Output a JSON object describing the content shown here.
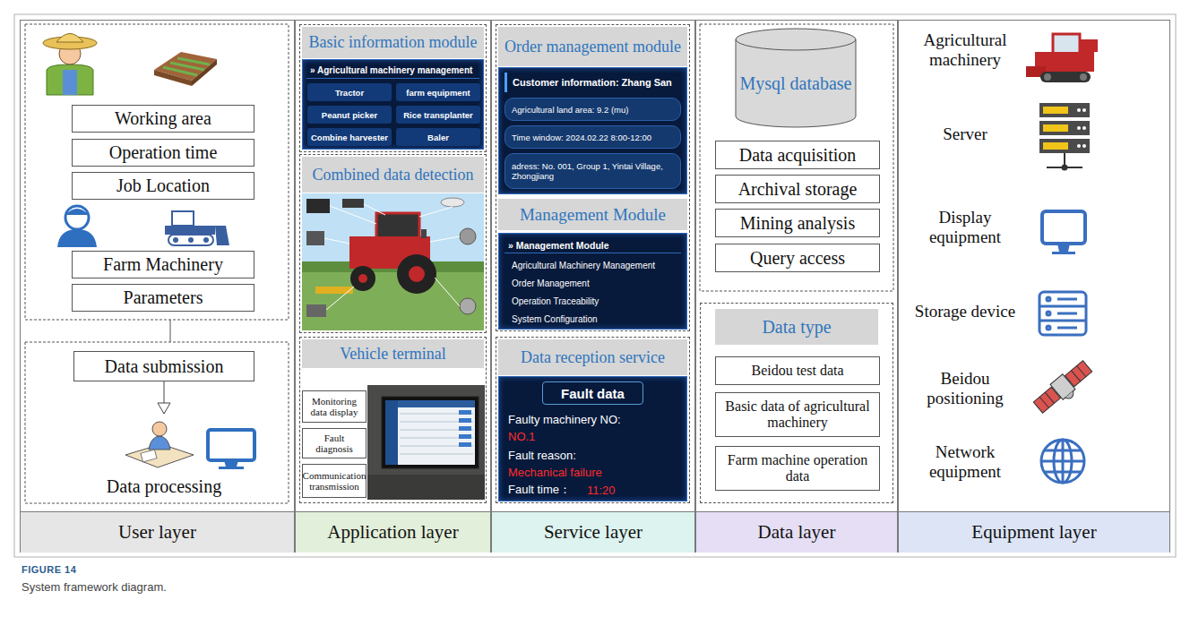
{
  "diagram": {
    "caption": "System framework diagram.",
    "nodes": [
      {
        "text": [
          "User layer"
        ]
      },
      {
        "text": [
          "Working area"
        ],
        "in": 0
      },
      {
        "text": [
          "Operation time"
        ],
        "in": 0
      },
      {
        "text": [
          "Job Location"
        ],
        "in": 0
      },
      {
        "text": [
          "Farm Machinery"
        ],
        "in": 0
      },
      {
        "text": [
          "Parameters"
        ],
        "in": 0
      },
      {
        "text": [
          "Data submission"
        ],
        "in": 0
      },
      {
        "text": [
          "Data processing"
        ],
        "in": 0
      },
      {
        "text": [
          "Application layer"
        ]
      },
      {
        "text": [
          "Basic information module"
        ],
        "in": 8
      },
      {
        "text": [
          "» Agricultural machinery management",
          "Tractor",
          "farm equipment",
          "Peanut picker",
          "Rice transplanter",
          "Combine harvester",
          "Baler"
        ],
        "in": 9
      },
      {
        "text": [
          "Combined data detection"
        ],
        "in": 8
      },
      {
        "text": [
          "Vehicle terminal"
        ],
        "in": 8
      },
      {
        "text": [
          "Monitoring data display"
        ],
        "in": 12
      },
      {
        "text": [
          "Fault diagnosis"
        ],
        "in": 12
      },
      {
        "text": [
          "Communication transmission"
        ],
        "in": 12
      },
      {
        "text": [
          "Service layer"
        ]
      },
      {
        "text": [
          "Order management module"
        ],
        "in": 16
      },
      {
        "text": [
          "Customer information: Zhang San",
          "Agricultural land area: 9.2 (mu)",
          "Time window: 2024.02.22 8:00-12:00",
          "adress: No. 001, Group 1, Yintai Village, Zhongjiang"
        ],
        "in": 17
      },
      {
        "text": [
          "Management Module"
        ],
        "in": 17
      },
      {
        "text": [
          "» Management Module",
          "Agricultural Machinery Management",
          "Order Management",
          "Operation Traceability",
          "System Configuration"
        ],
        "in": 17
      },
      {
        "text": [
          "Data reception service"
        ],
        "in": 16
      },
      {
        "text": [
          "Fault data",
          "Faulty machinery NO:",
          "NO.1",
          "Fault reason:",
          "Mechanical failure",
          "Fault time：",
          "11:20"
        ],
        "in": 21
      },
      {
        "text": [
          "Data layer"
        ]
      },
      {
        "text": [
          "Mysql database"
        ],
        "in": 23
      },
      {
        "text": [
          "Data acquisition"
        ],
        "in": 23
      },
      {
        "text": [
          "Archival storage"
        ],
        "in": 23
      },
      {
        "text": [
          "Mining analysis"
        ],
        "in": 23
      },
      {
        "text": [
          "Query access"
        ],
        "in": 23
      },
      {
        "text": [
          "Data type"
        ],
        "in": 23
      },
      {
        "text": [
          "Beidou test data"
        ],
        "in": 29
      },
      {
        "text": [
          "Basic data of agricultural machinery"
        ],
        "in": 29
      },
      {
        "text": [
          "Farm machine operation data"
        ],
        "in": 29
      },
      {
        "text": [
          "Equipment layer"
        ]
      }
    ],
    "edges": [
      {
        "from": 6,
        "to": 7,
        "arrow": "to"
      }
    ],
    "labels": [
      "Agricultural machinery",
      "Server",
      "Display equipment",
      "Storage device",
      "Beidou positioning",
      "Network equipment",
      "FIGURE 14"
    ]
  }
}
